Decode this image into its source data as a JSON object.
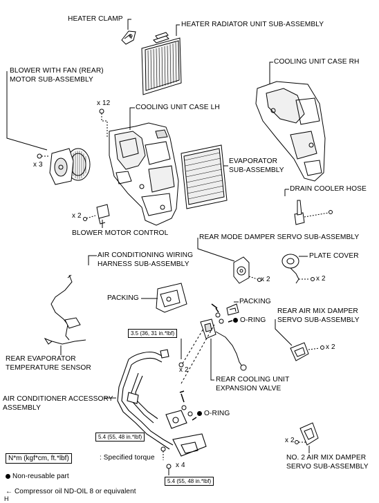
{
  "labels": {
    "heater_clamp": "HEATER CLAMP",
    "heater_radiator": "HEATER RADIATOR UNIT SUB-ASSEMBLY",
    "blower_fan_1": "BLOWER WITH FAN (REAR)",
    "blower_fan_2": "MOTOR SUB-ASSEMBLY",
    "cooling_rh": "COOLING UNIT CASE RH",
    "cooling_lh": "COOLING UNIT CASE LH",
    "evaporator_1": "EVAPORATOR",
    "evaporator_2": "SUB-ASSEMBLY",
    "drain_hose": "DRAIN COOLER HOSE",
    "blower_motor_control": "BLOWER MOTOR CONTROL",
    "rear_mode_damper": "REAR MODE DAMPER SERVO SUB-ASSEMBLY",
    "ac_wiring_1": "AIR CONDITIONING WIRING",
    "ac_wiring_2": "HARNESS SUB-ASSEMBLY",
    "plate_cover": "PLATE COVER",
    "packing_1": "PACKING",
    "packing_2": "PACKING",
    "oring_1": "O-RING",
    "oring_2": "O-RING",
    "rear_air_mix_1": "REAR AIR MIX DAMPER",
    "rear_air_mix_2": "SERVO SUB-ASSEMBLY",
    "rear_evap_temp_1": "REAR EVAPORATOR",
    "rear_evap_temp_2": "TEMPERATURE SENSOR",
    "rear_cooling_valve_1": "REAR COOLING UNIT",
    "rear_cooling_valve_2": "EXPANSION VALVE",
    "ac_accessory_1": "AIR CONDITIONER ACCESSORY",
    "ac_accessory_2": "ASSEMBLY",
    "no2_air_mix_1": "NO. 2 AIR MIX DAMPER",
    "no2_air_mix_2": "SERVO SUB-ASSEMBLY"
  },
  "quantities": {
    "x12": "x 12",
    "x3": "x 3",
    "x2_blower_control": "x 2",
    "x2_rear_mode": "x 2",
    "x2_plate_cover": "x 2",
    "x2_air_mix": "x 2",
    "x2_valve": "x 2",
    "x4": "x 4",
    "x2_no2": "x 2"
  },
  "torques": {
    "t1": "3.5 (36, 31 in.*lbf)",
    "t2": "5.4 (55, 48 in.*lbf)",
    "t3": "5.4 (55, 48 in.*lbf)"
  },
  "legend": {
    "units_box": "N*m (kgf*cm, ft.*lbf)",
    "units_text": ": Specified torque",
    "non_reusable": "Non-reusable part",
    "compressor_oil": "Compressor oil ND-OIL 8 or equivalent"
  },
  "corner_mark": "H"
}
